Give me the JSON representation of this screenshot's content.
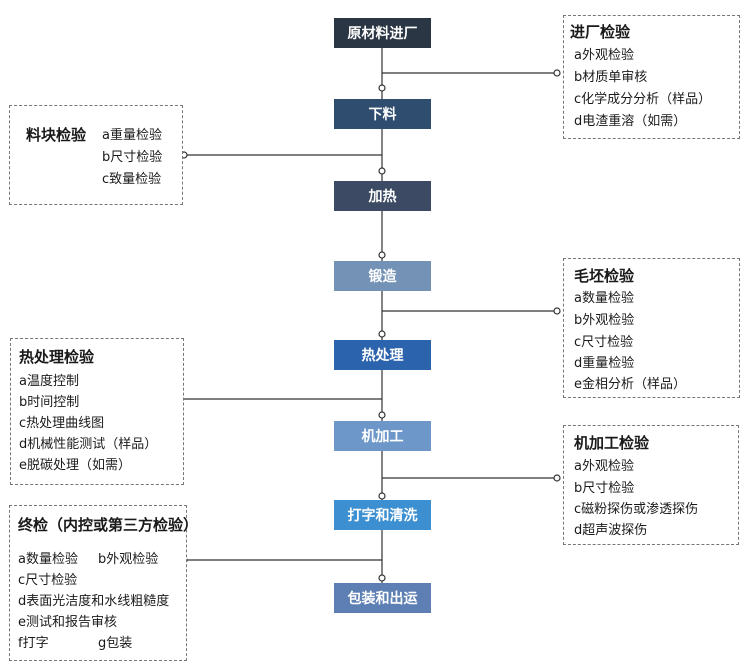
{
  "process_steps": [
    {
      "label": "原材料进厂",
      "color": "#2b3644"
    },
    {
      "label": "下料",
      "color": "#2f4d6e"
    },
    {
      "label": "加热",
      "color": "#3c4b63"
    },
    {
      "label": "锻造",
      "color": "#7392b6"
    },
    {
      "label": "热处理",
      "color": "#2b63ad"
    },
    {
      "label": "机加工",
      "color": "#6d97c8"
    },
    {
      "label": "打字和清洗",
      "color": "#3c8fd0"
    },
    {
      "label": "包装和出运",
      "color": "#5d7fb4"
    }
  ],
  "inspections": {
    "incoming": {
      "title": "进厂检验",
      "items": [
        "a外观检验",
        "b材质单审核",
        "c化学成分分析（样品）",
        "d电渣重溶（如需）"
      ]
    },
    "blank": {
      "title": "料块检验",
      "items": [
        "a重量检验",
        "b尺寸检验",
        "c致量检验"
      ]
    },
    "forging": {
      "title": "毛坯检验",
      "items": [
        "a数量检验",
        "b外观检验",
        "c尺寸检验",
        "d重量检验",
        "e金相分析（样品）"
      ]
    },
    "heat_treatment": {
      "title": "热处理检验",
      "items": [
        "a温度控制",
        "b时间控制",
        "c热处理曲线图",
        "d机械性能测试（样品）",
        "e脱碳处理（如需）"
      ]
    },
    "machining": {
      "title": "机加工检验",
      "items": [
        "a外观检验",
        "b尺寸检验",
        "c磁粉探伤或渗透探伤",
        "d超声波探伤"
      ]
    },
    "final": {
      "title": "终检（内控或第三方检验）",
      "items": [
        "a数量检验",
        "b外观检验",
        "c尺寸检验",
        "d表面光洁度和水线粗糙度",
        "e测试和报告审核",
        "f打字",
        "g包装"
      ]
    }
  }
}
